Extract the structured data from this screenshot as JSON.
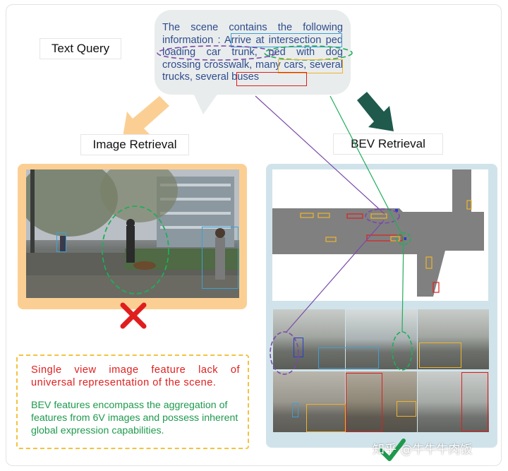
{
  "labels": {
    "text_query": "Text Query",
    "image_retrieval": "Image Retrieval",
    "bev_retrieval": "BEV Retrieval"
  },
  "query": {
    "prefix": "The scene contains the following information : ",
    "phrase_intersection": "Arrive at intersection",
    "phrase_trunk": "ped loading car trunk",
    "sep_1": ", ",
    "phrase_dog": "ped with dog",
    "phrase_crosswalk": "crossing crosswalk, ",
    "phrase_cars": "many cars",
    "sep_2": ", ",
    "phrase_trucks": "several trucks, ",
    "phrase_buses": "several buses"
  },
  "notes": {
    "single_view": "Single view image feature lack of universal representation of the scene.",
    "bev": "BEV features encompass the aggregation of features from 6V images and possess inherent global expression capabilities."
  },
  "watermark": "知乎 @牛牛牛肉饭",
  "colors": {
    "query_text": "#2e4c8e",
    "arrow_image": "#fbcf94",
    "arrow_bev": "#1f5a4c",
    "cross": "#e01e1e",
    "check": "#1f9a4e",
    "note_red": "#e01e1e",
    "note_green": "#1f9a4e",
    "box_blue": "#3ba0d6",
    "box_yellow": "#f0b429",
    "box_red": "#e01e1e",
    "oval_purple": "#7a4aa8",
    "oval_green": "#1fae5a"
  },
  "icons": {
    "wrong": "cross-icon",
    "right": "check-icon"
  }
}
